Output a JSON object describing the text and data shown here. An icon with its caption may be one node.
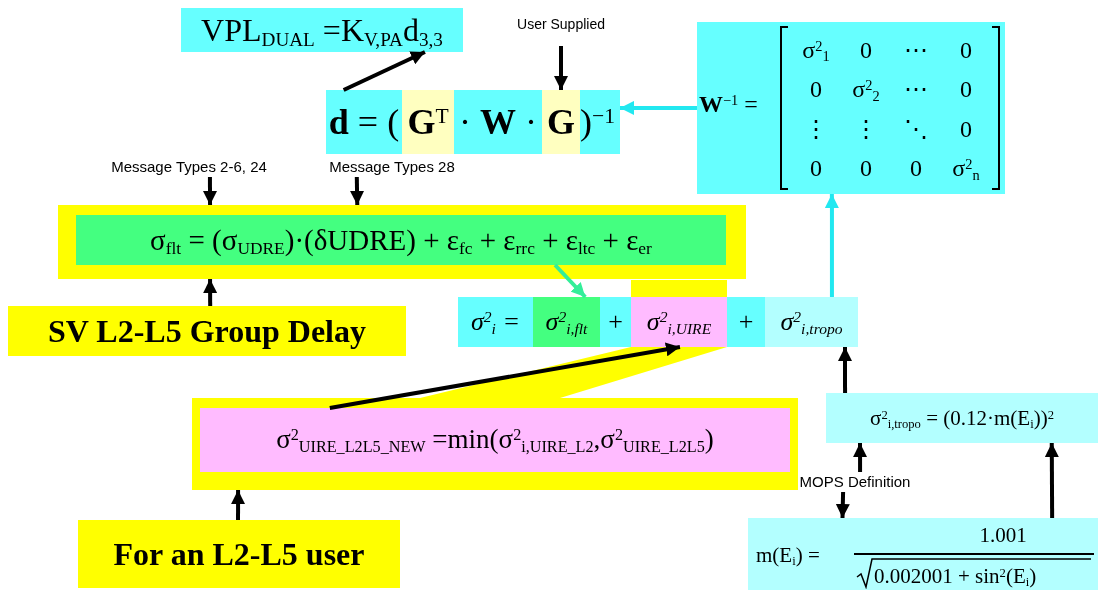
{
  "diagram": {
    "nodes": [
      {
        "text": [
          "VPL$_{DUAL}$ =K$_{V,PA}$d$_{3,3}$"
        ]
      },
      {
        "text": [
          "User Supplied"
        ]
      },
      {
        "text": [],
        "shape": "box"
      },
      {
        "text": [
          "**d** = ("
        ],
        "in": 2
      },
      {
        "text": [
          "**G**$^{T}$"
        ],
        "in": 2
      },
      {
        "text": [
          "· **W** ·"
        ],
        "in": 2
      },
      {
        "text": [
          "**G**"
        ],
        "in": 2
      },
      {
        "text": [
          ")$^{−1}$"
        ],
        "in": 2
      },
      {
        "text": [
          "**W**$^{−1}$ =",
          "σ$^{2}$$_{1}$",
          "0",
          "⋯",
          "0",
          "0",
          "σ$^{2}$$_{2}$",
          "⋯",
          "0",
          "⋮",
          "⋮",
          "⋱",
          "0",
          "0",
          "0",
          "0",
          "σ$^{2}$$_{n}$"
        ]
      },
      {
        "text": [
          "Message Types 2-6, 24"
        ]
      },
      {
        "text": [
          "Message Types 28"
        ]
      },
      {
        "text": [],
        "shape": "box"
      },
      {
        "text": [
          "σ$_{flt}$ = (σ$_{UDRE}$)·(δUDRE) + ε$_{fc}$ + ε$_{rrc}$ + ε$_{ltc}$ + ε$_{er}$"
        ],
        "in": 11
      },
      {
        "text": [
          "SV L2-L5 Group Delay"
        ]
      },
      {
        "text": [],
        "shape": "box"
      },
      {
        "text": [
          "σ$^{2}$$_{i}$ ="
        ],
        "in": 14
      },
      {
        "text": [
          "σ$^{2}$$_{i,flt}$"
        ],
        "in": 14
      },
      {
        "text": [
          "+"
        ],
        "in": 14
      },
      {
        "text": [
          "σ$^{2}$$_{i,UIRE}$"
        ],
        "in": 14
      },
      {
        "text": [
          "+"
        ],
        "in": 14
      },
      {
        "text": [
          "σ$^{2}$$_{i,tropo}$"
        ],
        "in": 14
      },
      {
        "text": [],
        "shape": "box"
      },
      {
        "text": [
          "σ$^{2}$$_{UIRE_L2L5_NEW}$ =min(σ$^{2}$$_{i,UIRE_L2}$,σ$^{2}$$_{UIRE_L2L5}$)"
        ],
        "in": 21
      },
      {
        "text": [
          "For an L2-L5 user"
        ]
      },
      {
        "text": [
          "σ$^{2}$$_{i,tropo}$ = (0.12·m(E$_{i}$))$^{2}$"
        ]
      },
      {
        "text": [
          "MOPS Definition"
        ]
      },
      {
        "text": [
          "m(E$_{i}$) =",
          "1.001",
          "0.002001 + sin$^{2}$(E$_{i}$)"
        ]
      }
    ],
    "edges": [
      {
        "from": 2,
        "to": 0,
        "arrow": "to"
      },
      {
        "from": 1,
        "to": 6,
        "arrow": "to"
      },
      {
        "from": 8,
        "to": 2,
        "arrow": "to",
        "color": "#22e8f0"
      },
      {
        "from": 9,
        "to": 11,
        "arrow": "to"
      },
      {
        "from": 10,
        "to": 11,
        "arrow": "to"
      },
      {
        "from": 13,
        "to": 11,
        "arrow": "to"
      },
      {
        "from": 12,
        "to": 16,
        "arrow": "to",
        "color": "#33ee99"
      },
      {
        "from": 20,
        "to": 8,
        "arrow": "to",
        "color": "#22e8f0"
      },
      {
        "from": 22,
        "to": 18,
        "arrow": "to"
      },
      {
        "from": 23,
        "to": 21,
        "arrow": "to"
      },
      {
        "from": 24,
        "to": 20,
        "arrow": "to"
      },
      {
        "from": 25,
        "to": 24,
        "arrow": "to"
      },
      {
        "from": 25,
        "to": 26,
        "arrow": "to"
      },
      {
        "from": 26,
        "to": 24,
        "arrow": "to"
      }
    ]
  }
}
